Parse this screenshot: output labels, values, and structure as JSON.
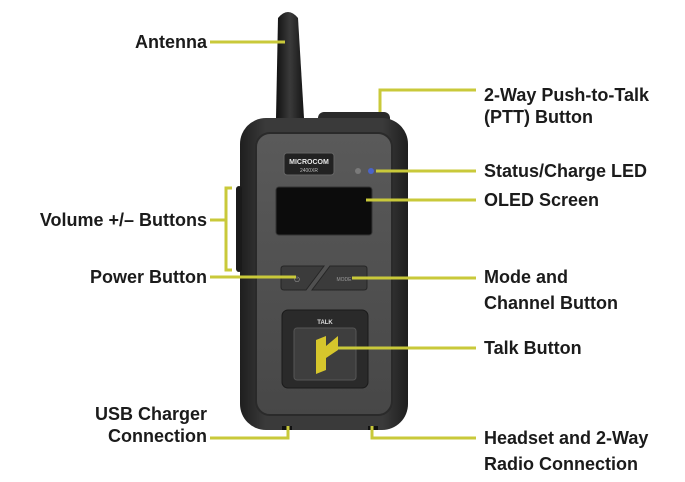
{
  "device": {
    "brand_top": "MICROCOM",
    "brand_model": "2400XR",
    "talk_label": "TALK",
    "power_key": "⏻",
    "mode_key": "MODE"
  },
  "callouts": {
    "antenna": "Antenna",
    "ptt": [
      "2-Way Push-to-Talk",
      "(PTT) Button"
    ],
    "led": "Status/Charge LED",
    "oled": "OLED Screen",
    "volume": "Volume +/– Buttons",
    "power": "Power Button",
    "mode": [
      "Mode and",
      "Channel Button"
    ],
    "talk": "Talk Button",
    "usb": [
      "USB Charger",
      "Connection"
    ],
    "headset": [
      "Headset and 2-Way",
      "Radio Connection"
    ]
  },
  "colors": {
    "leader": "#c9c93a",
    "body": "#2b2b2b",
    "face": "#4a4a4a",
    "talk_icon": "#d6c62c",
    "led": "#4a63c9"
  }
}
